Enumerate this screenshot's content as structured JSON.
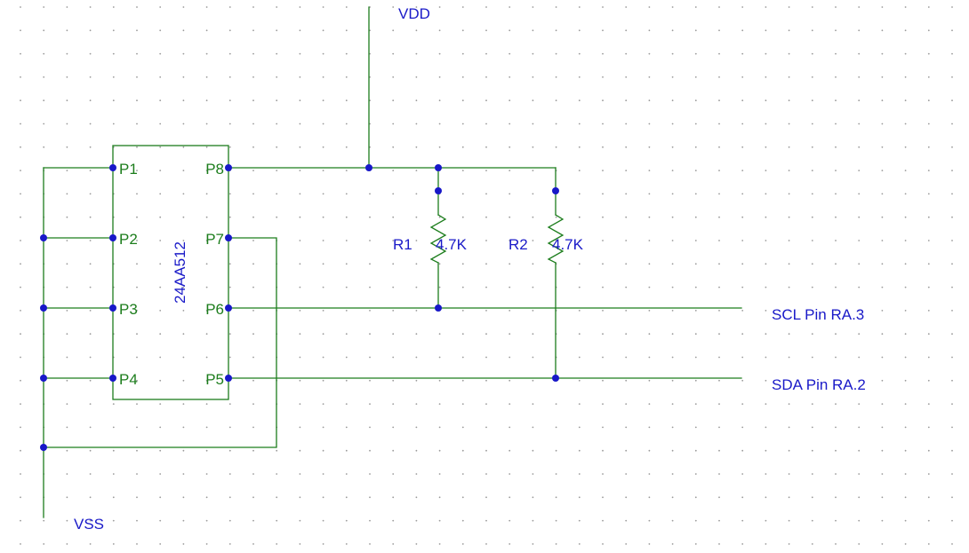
{
  "chip": {
    "part": "24AA512",
    "pins": {
      "p1": "P1",
      "p2": "P2",
      "p3": "P3",
      "p4": "P4",
      "p5": "P5",
      "p6": "P6",
      "p7": "P7",
      "p8": "P8"
    }
  },
  "resistors": [
    {
      "ref": "R1",
      "value": "4.7K"
    },
    {
      "ref": "R2",
      "value": "4.7K"
    }
  ],
  "nets": {
    "vdd": "VDD",
    "vss": "VSS",
    "scl": "SCL Pin RA.3",
    "sda": "SDA Pin RA.2"
  },
  "colors": {
    "wire": "#1c7d1c",
    "junction": "#1818c8",
    "net_label": "#1a1ac8",
    "grid": "#9a9a9a",
    "background": "#ffffff"
  }
}
